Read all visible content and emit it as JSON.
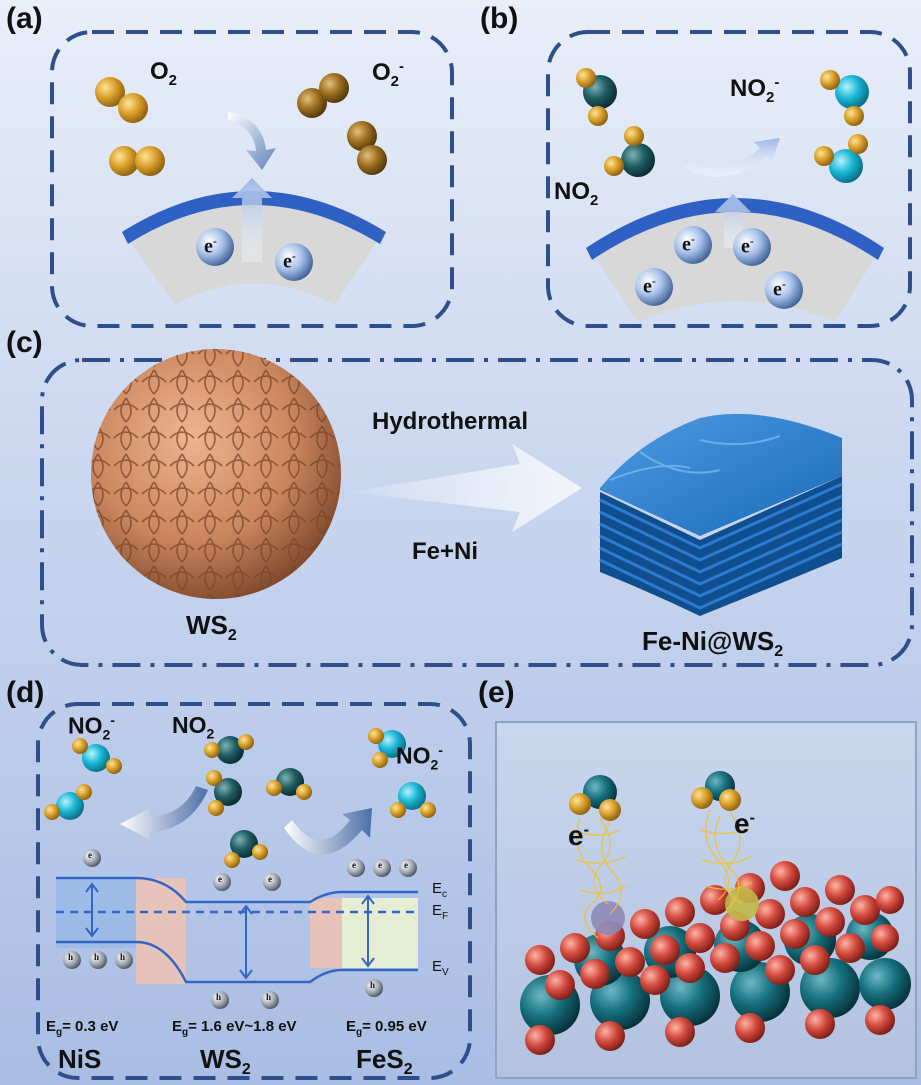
{
  "panels": {
    "a": {
      "label": "(a)",
      "gas": "O",
      "gas_sub": "2",
      "ion": "O",
      "ion_sub": "2",
      "ion_sup": "-",
      "electron": "e",
      "electron_sup": "-"
    },
    "b": {
      "label": "(b)",
      "gas": "NO",
      "gas_sub": "2",
      "ion": "NO",
      "ion_sub": "2",
      "ion_sup": "-",
      "electron": "e",
      "electron_sup": "-"
    },
    "c": {
      "label": "(c)",
      "process_top": "Hydrothermal",
      "process_bottom": "Fe+Ni",
      "left_material": "WS",
      "left_sub": "2",
      "right_material": "Fe-Ni@WS",
      "right_sub": "2"
    },
    "d": {
      "label": "(d)",
      "ion": "NO",
      "ion_sub": "2",
      "ion_sup": "-",
      "gas": "NO",
      "gas_sub": "2",
      "electron": "e",
      "hole": "h",
      "ec": "E",
      "ec_sub": "c",
      "ef": "E",
      "ef_sub": "F",
      "ev": "E",
      "ev_sub": "V",
      "gap1": "= 0.3 eV",
      "gap2": "= 1.6 eV~1.8 eV",
      "gap3": "= 0.95 eV",
      "eg": "E",
      "eg_sub": "g",
      "mat1": "NiS",
      "mat2": "WS",
      "mat2_sub": "2",
      "mat3": "FeS",
      "mat3_sub": "2"
    },
    "e": {
      "label": "(e)",
      "electron": "e",
      "electron_sup": "-"
    }
  },
  "colors": {
    "dash_border": "#2f4f8a",
    "band_blue": "#3566c4",
    "o2_gold": "#d9a02a",
    "o2_ion_brown": "#9c6f1f",
    "no2_dark": "#1e5d63",
    "no2_ion_cyan": "#18b6d4",
    "ws2_sphere": "#c9855e",
    "feni_block": "#1e6fc0"
  }
}
